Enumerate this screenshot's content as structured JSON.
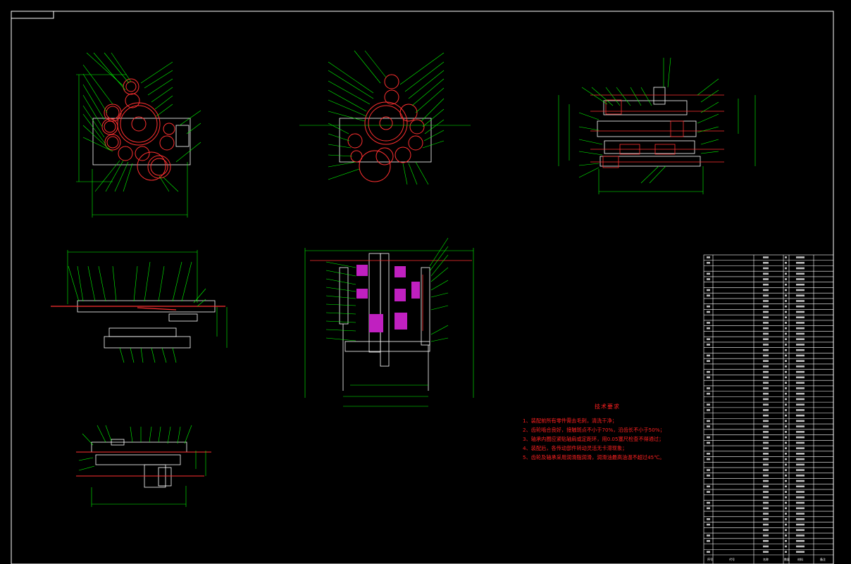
{
  "drawing": {
    "tech_requirements": {
      "title": "技术要求",
      "items": [
        "1、装配前所有零件需去毛刺，清洗干净；",
        "2、齿轮啮合良好，接触斑点不小于70%，沿齿长不小于50%；",
        "3、轴承内圈应紧贴轴肩或定距环，用0.05塞尺检查不得通过；",
        "4、装配后，各传动部件转动灵活无卡滞现象；",
        "5、齿轮及轴承采用润滑脂润滑，润滑油最高油温不超过45℃。"
      ]
    },
    "title_block": {
      "headers": [
        "序号",
        "代号",
        "名称",
        "数量",
        "材料",
        "备注"
      ]
    },
    "colors": {
      "background": "#000000",
      "border": "#ffffff",
      "dimensions": "#00ff00",
      "gears": "#ff3030",
      "hatch": "#c020c0",
      "text_notes": "#ff2020"
    }
  }
}
